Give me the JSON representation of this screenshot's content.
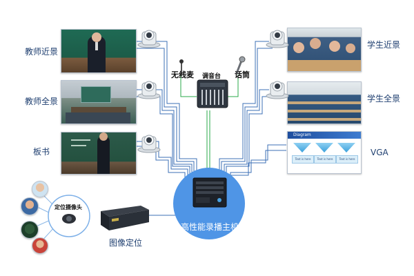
{
  "labels": {
    "teacher_close": "教师近景",
    "teacher_full": "教师全景",
    "blackboard": "板书",
    "student_close": "学生近景",
    "student_full": "学生全景",
    "vga": "VGA",
    "wireless_mic": "无线麦",
    "mixer": "调音台",
    "handheld_mic": "话筒",
    "host": "高性能录播主机",
    "image_positioning": "图像定位",
    "positioning_camera": "定位摄像头"
  },
  "vga_screen": {
    "header": "Diagram",
    "box_labels": [
      "Text is here",
      "Text is here",
      "Text is here"
    ]
  },
  "colors": {
    "line_blue": "#3b6fb6",
    "line_green": "#2aa84a",
    "host_circle": "#4f95e6",
    "label_text": "#1f3f70"
  }
}
